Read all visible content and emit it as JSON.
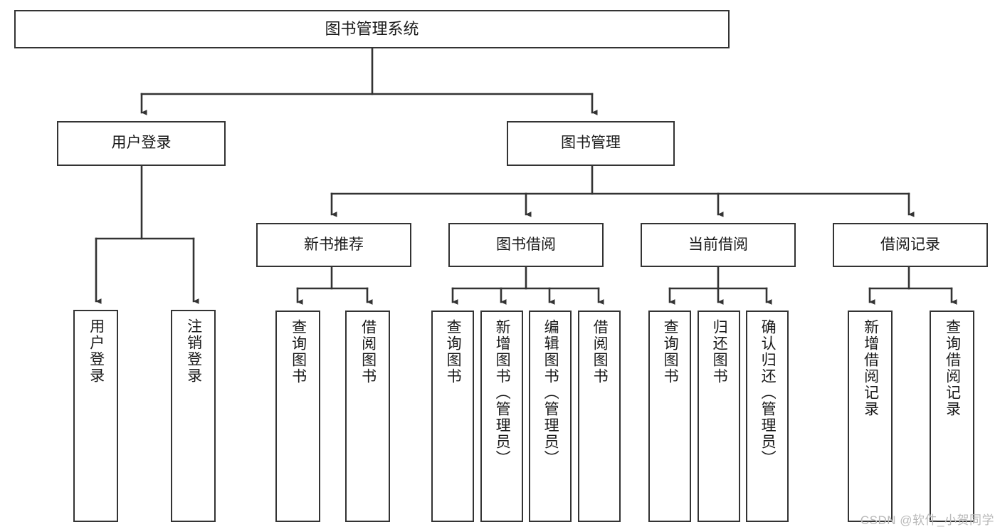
{
  "diagram": {
    "title": "图书管理系统",
    "watermark": "CSDN @软件_小贺同学",
    "colors": {
      "node_border": "#333333",
      "node_fill": "#ffffff",
      "edge": "#333333",
      "text": "#1a1a1a",
      "watermark": "#b9b9b9",
      "background": "#ffffff"
    },
    "nodes": {
      "root": "图书管理系统",
      "level2": {
        "user_login": "用户登录",
        "book_manage": "图书管理"
      },
      "level3": {
        "new_book_recommend": "新书推荐",
        "book_borrow": "图书借阅",
        "current_borrow": "当前借阅",
        "borrow_record": "借阅记录"
      },
      "leaves": {
        "user_login_1": "用户登录",
        "user_login_2": "注销登录",
        "new_book_1": "查询图书",
        "new_book_2": "借阅图书",
        "borrow_1": "查询图书",
        "borrow_2": "新增图书（管理员）",
        "borrow_3": "编辑图书（管理员）",
        "borrow_4": "借阅图书",
        "current_1": "查询图书",
        "current_2": "归还图书",
        "current_3": "确认归还（管理员）",
        "record_1": "新增借阅记录",
        "record_2": "查询借阅记录"
      }
    }
  }
}
